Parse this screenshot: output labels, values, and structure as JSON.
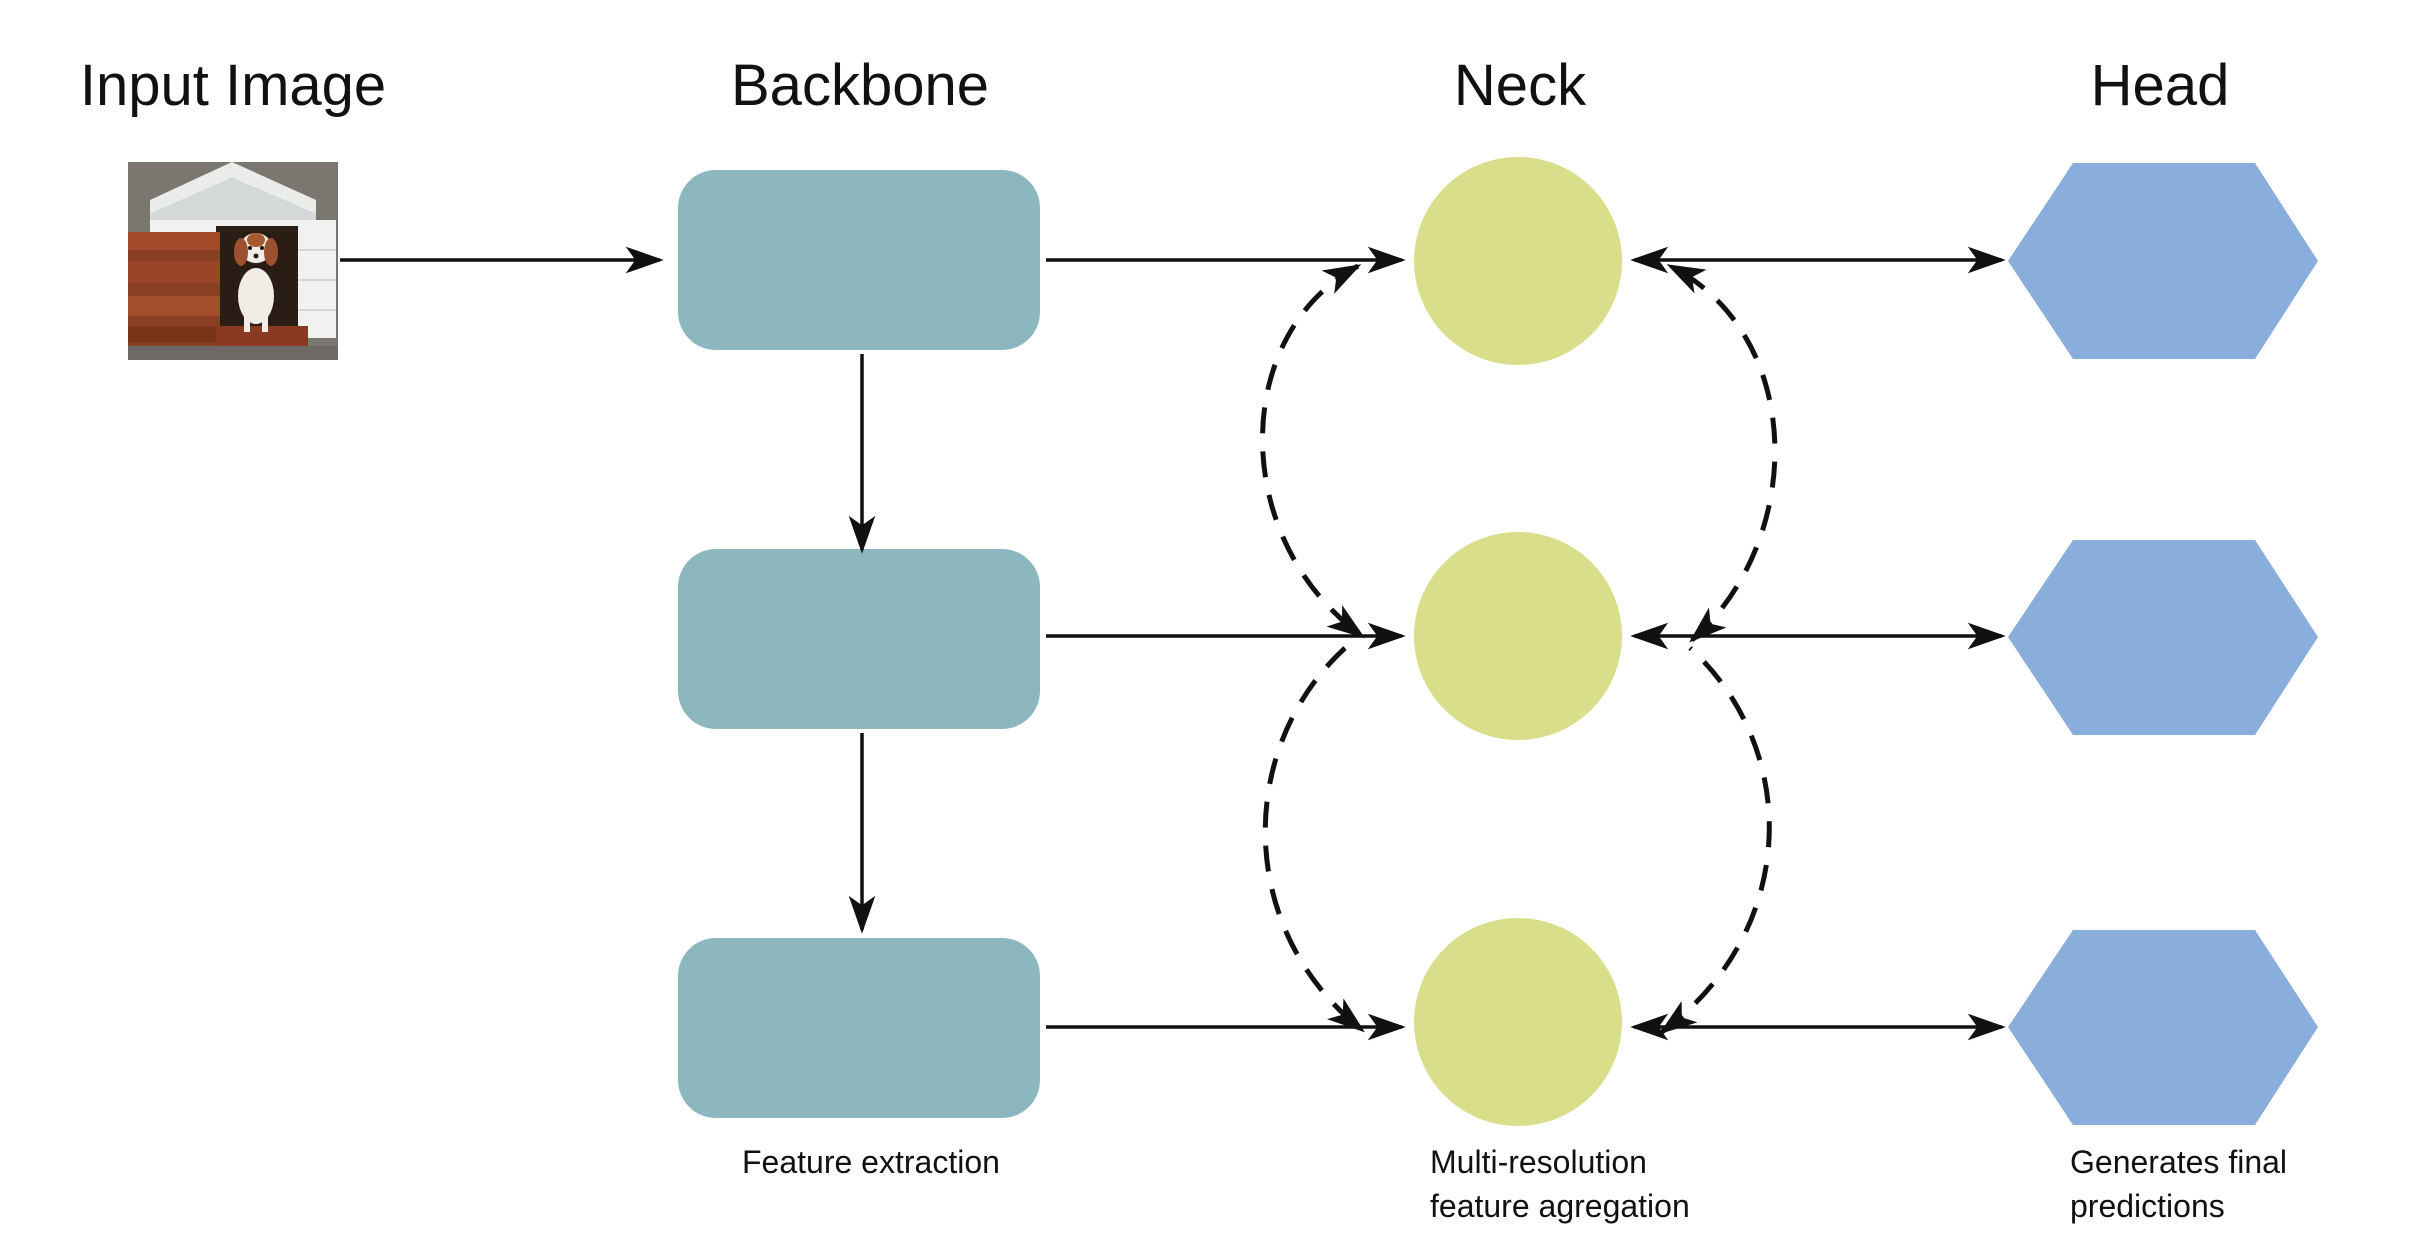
{
  "columns": {
    "input": {
      "title": "Input Image"
    },
    "backbone": {
      "title": "Backbone",
      "caption": "Feature extraction"
    },
    "neck": {
      "title": "Neck",
      "caption_line1": "Multi-resolution",
      "caption_line2": "feature agregation"
    },
    "head": {
      "title": "Head",
      "caption_line1": "Generates final",
      "caption_line2": "predictions"
    }
  },
  "colors": {
    "backbone_fill": "#8db7bf",
    "neck_fill": "#d8de8a",
    "head_fill": "#8aaedb",
    "arrow": "#111111",
    "text": "#111111"
  },
  "input_image": {
    "subject": "dog in a white doghouse with a brown wooden door"
  }
}
